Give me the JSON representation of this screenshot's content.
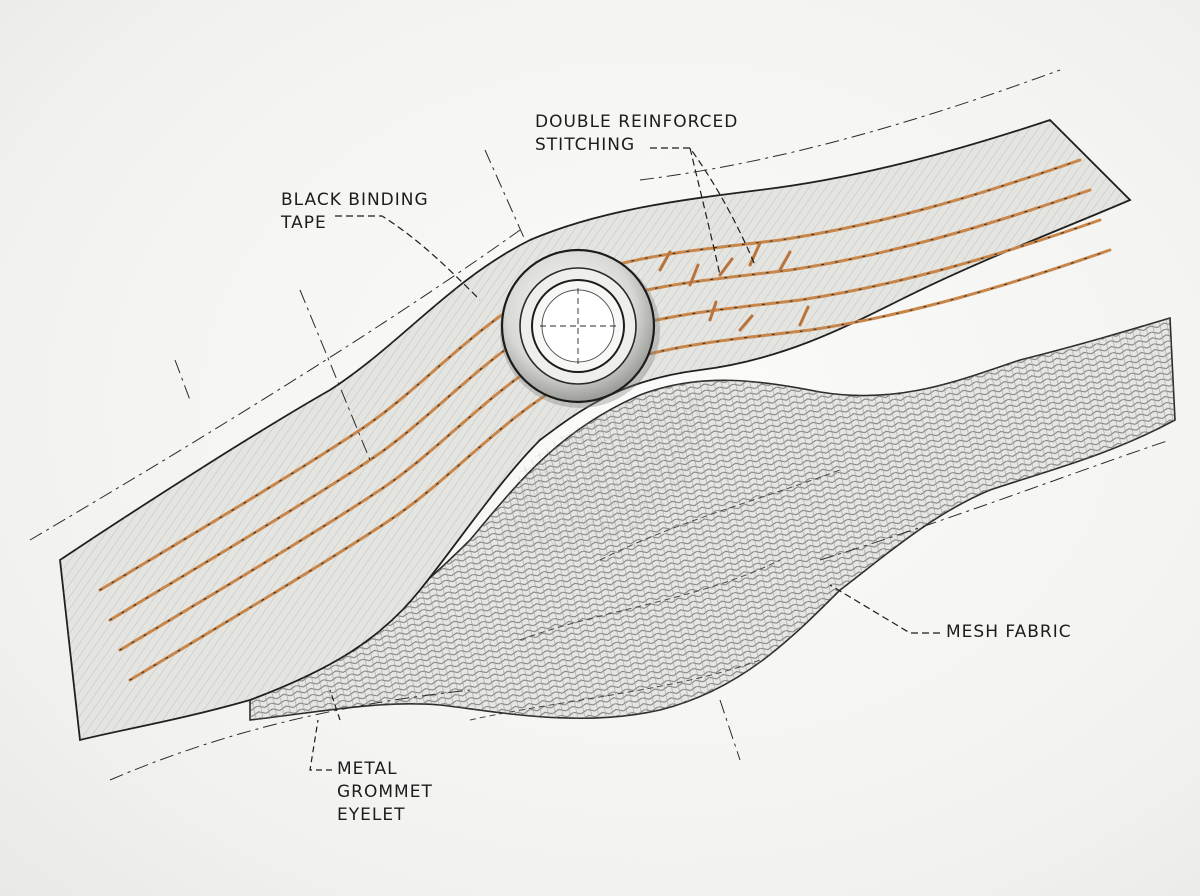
{
  "labels": {
    "binding": [
      "BLACK BINDING",
      "TAPE"
    ],
    "stitching": [
      "DOUBLE REINFORCED",
      "STITCHING"
    ],
    "mesh": [
      "MESH FABRIC"
    ],
    "grommet": [
      "METAL",
      "GROMMET",
      "EYELET"
    ]
  },
  "colors": {
    "paper": "#f4f4f2",
    "ink": "#1c1c1c",
    "stitch_thread": "#c8864a",
    "tape_shade": "#d9d9d6",
    "mesh_shade": "#cfcfcc"
  }
}
